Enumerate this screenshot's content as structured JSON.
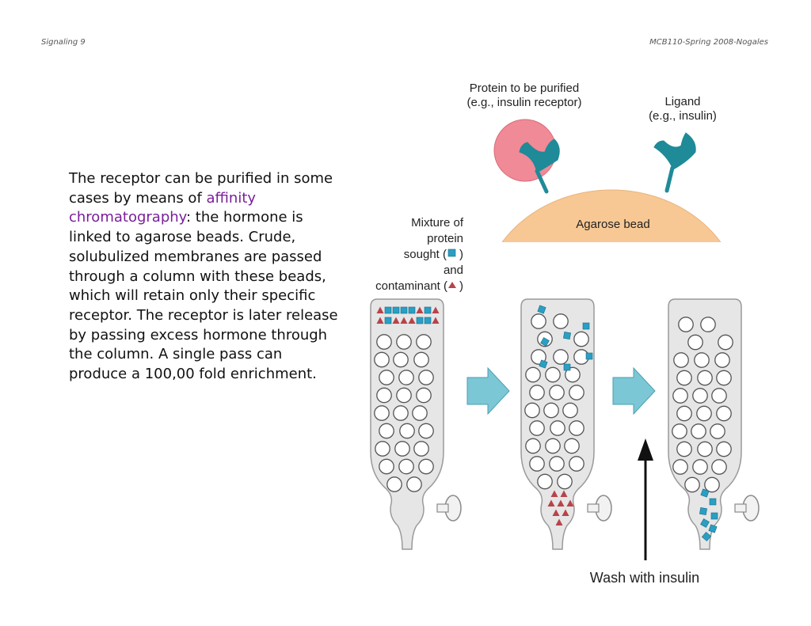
{
  "header": {
    "left": "Signaling 9",
    "right": "MCB110-Spring 2008-Nogales"
  },
  "body": {
    "part1": "The receptor can be purified in some cases by means of ",
    "highlight": "affinity chromatography",
    "part2": ": the hormone is linked to agarose beads. Crude, solubulized membranes are passed through a column with these beads, which will retain only their specific receptor. The receptor is later release by passing excess hormone through the column. A single pass can produce a 100,00 fold enrichment."
  },
  "figure": {
    "protein_label_1": "Protein to be purified",
    "protein_label_2": "(e.g., insulin receptor)",
    "ligand_label_1": "Ligand",
    "ligand_label_2": "(e.g., insulin)",
    "bead_label": "Agarose bead",
    "mixture_label_1": "Mixture of",
    "mixture_label_2": "protein",
    "mixture_label_3": "sought (",
    "mixture_label_4": "and",
    "mixture_label_5": "contaminant (",
    "wash_label": "Wash with insulin",
    "colors": {
      "protein_ball": "#f08a96",
      "receptor": "#1f8a98",
      "bead": "#f7c894",
      "column": "#e6e6e6",
      "arrow": "#7cc7d6",
      "protein_square": "#2a9fc4",
      "contaminant_triangle": "#b8434a"
    }
  }
}
